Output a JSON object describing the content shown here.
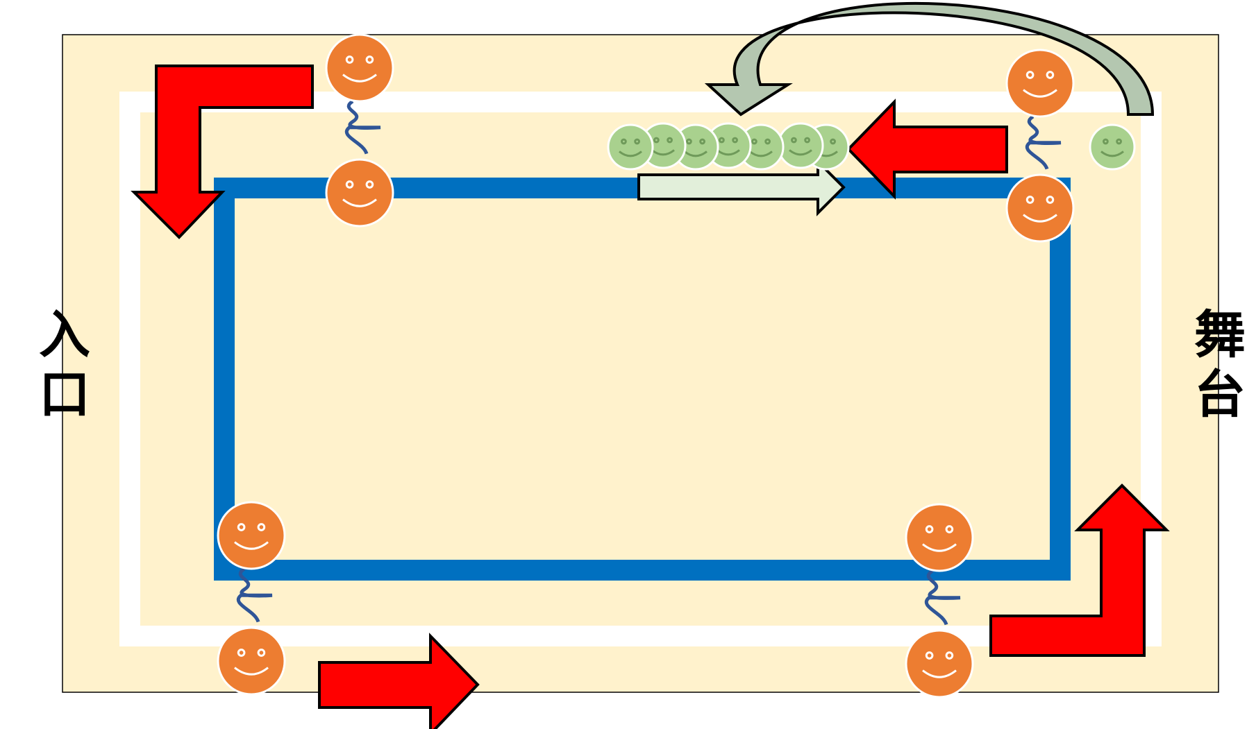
{
  "labels": {
    "entrance": [
      "入",
      "口"
    ],
    "stage": [
      "舞",
      "台"
    ]
  },
  "colors": {
    "floor": "#fff2cc",
    "path": "#ffffff",
    "rope": "#0070c0",
    "flow_arrow": "#ff0000",
    "person_orange": "#ed7d31",
    "person_green": "#a9d18e",
    "return_arrow": "#e2efda",
    "return_arrow_curved": "#b4c7b0",
    "spring": "#2f5597"
  },
  "counts": {
    "queue_people": 7
  }
}
